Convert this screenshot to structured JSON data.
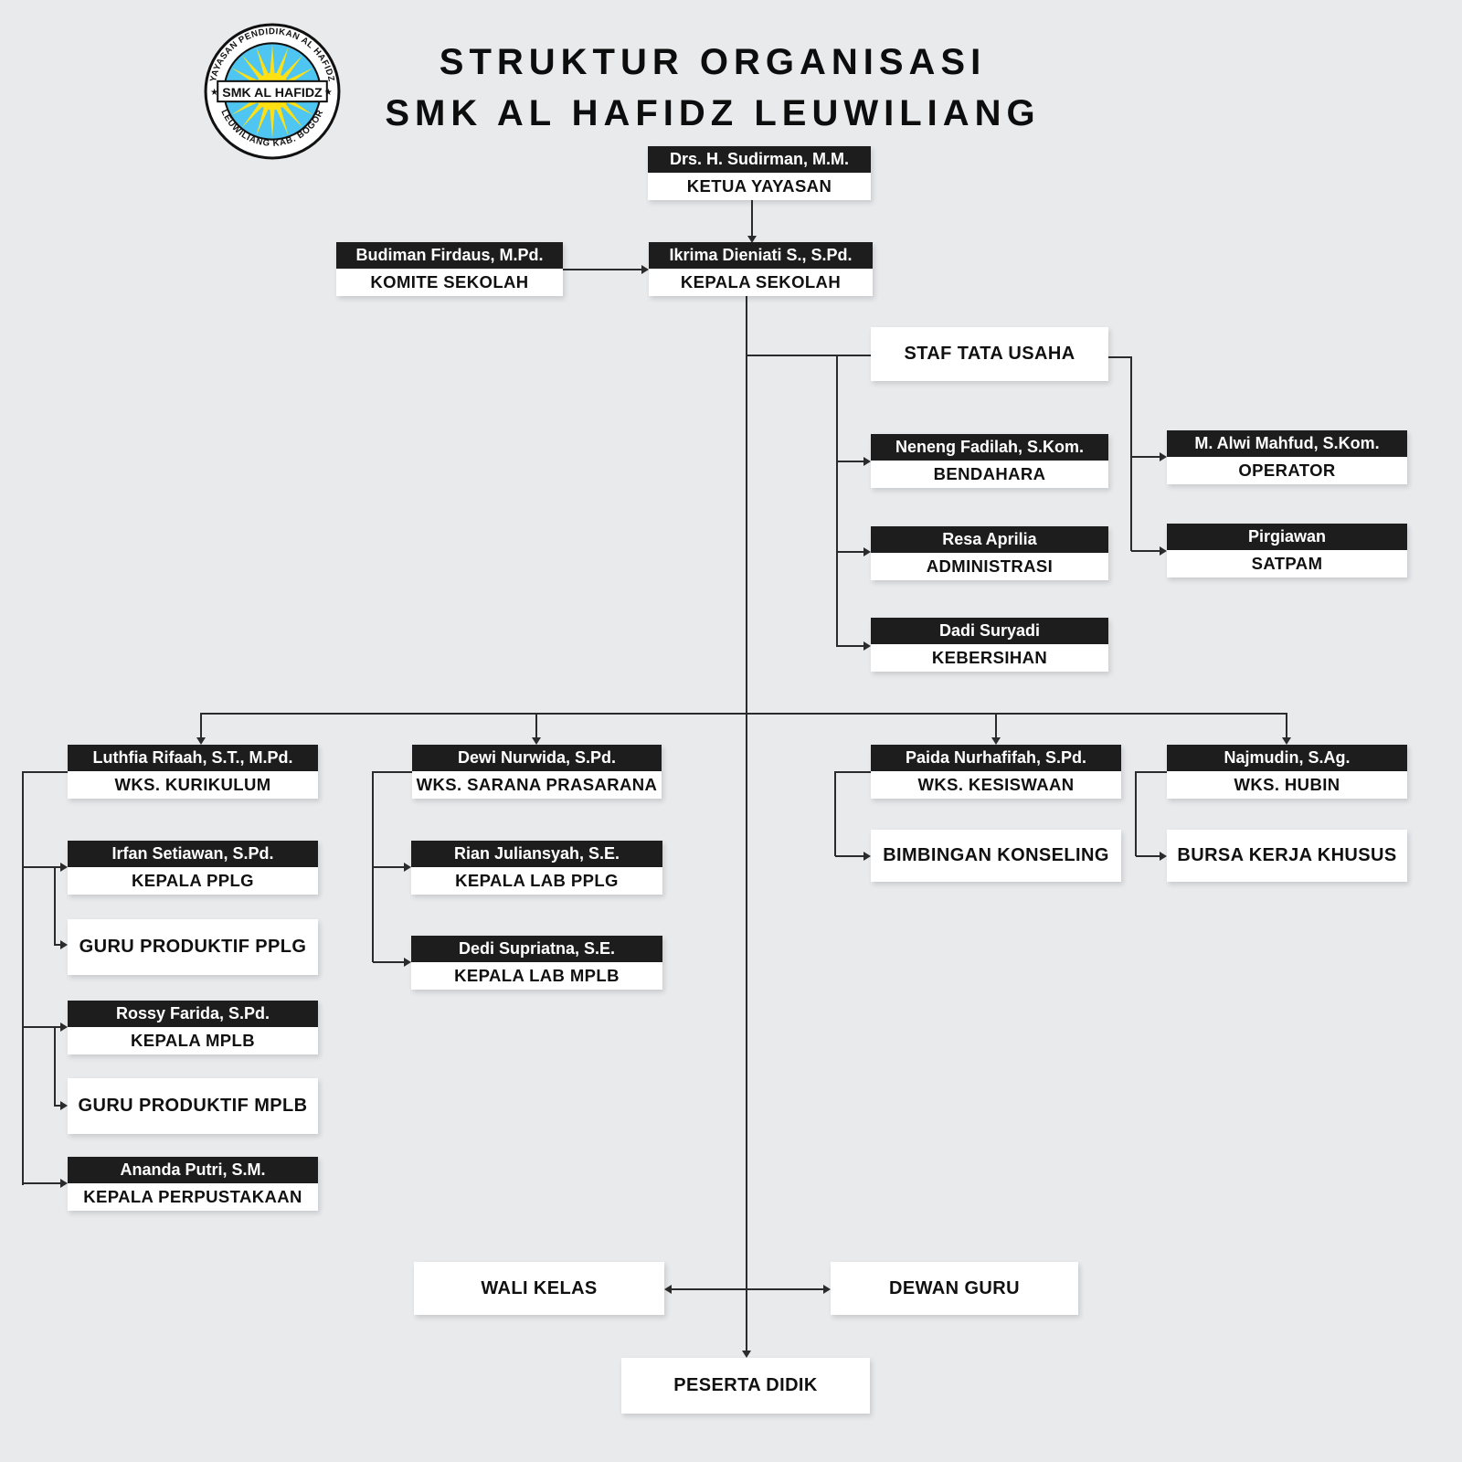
{
  "title": {
    "line1": "STRUKTUR ORGANISASI",
    "line2": "SMK AL HAFIDZ LEUWILIANG"
  },
  "logo": {
    "arc_top_text": "YAYASAN PENDIDIKAN AL HAFIDZ",
    "arc_bottom_text": "LEUWILIANG KAB. BOGOR",
    "banner_text": "SMK AL HAFIDZ",
    "star_left": "★",
    "star_right": "★",
    "colors": {
      "ring": "#ffffff",
      "inner": "#4fc6f2",
      "sun": "#ffe013",
      "outline": "#111111"
    }
  },
  "colors": {
    "background": "#e8eaec",
    "node_dark": "#1e1d1d",
    "node_light": "#ffffff",
    "line": "#2b2b2b",
    "text_dark": "#101010",
    "text_light": "#ffffff"
  },
  "nodes": {
    "ketua_yayasan": {
      "name": "Drs. H. Sudirman, M.M.",
      "role": "KETUA YAYASAN"
    },
    "komite_sekolah": {
      "name": "Budiman Firdaus, M.Pd.",
      "role": "KOMITE SEKOLAH"
    },
    "kepala_sekolah": {
      "name": "Ikrima Dieniati S., S.Pd.",
      "role": "KEPALA SEKOLAH"
    },
    "staf_tata_usaha": {
      "role": "STAF TATA USAHA"
    },
    "bendahara": {
      "name": "Neneng Fadilah, S.Kom.",
      "role": "BENDAHARA"
    },
    "administrasi": {
      "name": "Resa Aprilia",
      "role": "ADMINISTRASI"
    },
    "kebersihan": {
      "name": "Dadi Suryadi",
      "role": "KEBERSIHAN"
    },
    "operator": {
      "name": "M. Alwi Mahfud, S.Kom.",
      "role": "OPERATOR"
    },
    "satpam": {
      "name": "Pirgiawan",
      "role": "SATPAM"
    },
    "wks_kurikulum": {
      "name": "Luthfia Rifaah, S.T., M.Pd.",
      "role": "WKS. KURIKULUM"
    },
    "wks_sarana_prasarana": {
      "name": "Dewi Nurwida, S.Pd.",
      "role": "WKS. SARANA PRASARANA"
    },
    "wks_kesiswaan": {
      "name": "Paida Nurhafifah, S.Pd.",
      "role": "WKS. KESISWAAN"
    },
    "wks_hubin": {
      "name": "Najmudin, S.Ag.",
      "role": "WKS. HUBIN"
    },
    "kepala_pplg": {
      "name": "Irfan Setiawan, S.Pd.",
      "role": "KEPALA PPLG"
    },
    "guru_produktif_pplg": {
      "role": "GURU PRODUKTIF PPLG"
    },
    "kepala_mplb": {
      "name": "Rossy Farida, S.Pd.",
      "role": "KEPALA MPLB"
    },
    "guru_produktif_mplb": {
      "role": "GURU PRODUKTIF MPLB"
    },
    "kepala_perpustakaan": {
      "name": "Ananda Putri, S.M.",
      "role": "KEPALA PERPUSTAKAAN"
    },
    "kepala_lab_pplg": {
      "name": "Rian Juliansyah, S.E.",
      "role": "KEPALA LAB PPLG"
    },
    "kepala_lab_mplb": {
      "name": "Dedi Supriatna, S.E.",
      "role": "KEPALA LAB MPLB"
    },
    "bimbingan_konseling": {
      "role": "BIMBINGAN KONSELING"
    },
    "bursa_kerja_khusus": {
      "role": "BURSA KERJA KHUSUS"
    },
    "wali_kelas": {
      "role": "WALI KELAS"
    },
    "dewan_guru": {
      "role": "DEWAN GURU"
    },
    "peserta_didik": {
      "role": "PESERTA DIDIK"
    }
  }
}
